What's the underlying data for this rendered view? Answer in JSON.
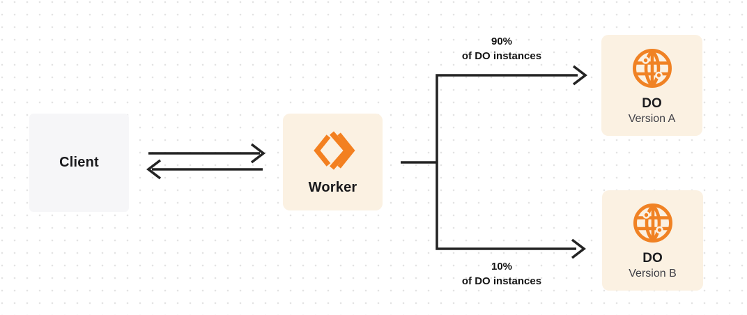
{
  "diagram": {
    "nodes": {
      "client": {
        "label": "Client"
      },
      "worker": {
        "label": "Worker",
        "icon": "workers-icon"
      },
      "do_version_a": {
        "title": "DO",
        "subtitle": "Version A",
        "icon": "durable-object-globe-icon"
      },
      "do_version_b": {
        "title": "DO",
        "subtitle": "Version B",
        "icon": "durable-object-globe-icon"
      }
    },
    "edges": {
      "client_worker": {
        "type": "bidirectional-arrows"
      },
      "branch_a": {
        "percent": "90%",
        "caption": "of DO instances"
      },
      "branch_b": {
        "percent": "10%",
        "caption": "of DO instances"
      }
    },
    "colors": {
      "brand_orange": "#f38020",
      "node_cream": "#fbf1e2",
      "node_gray": "#f6f6f8",
      "line_dark": "#232323",
      "dot_grid": "#e3e3e3"
    }
  }
}
